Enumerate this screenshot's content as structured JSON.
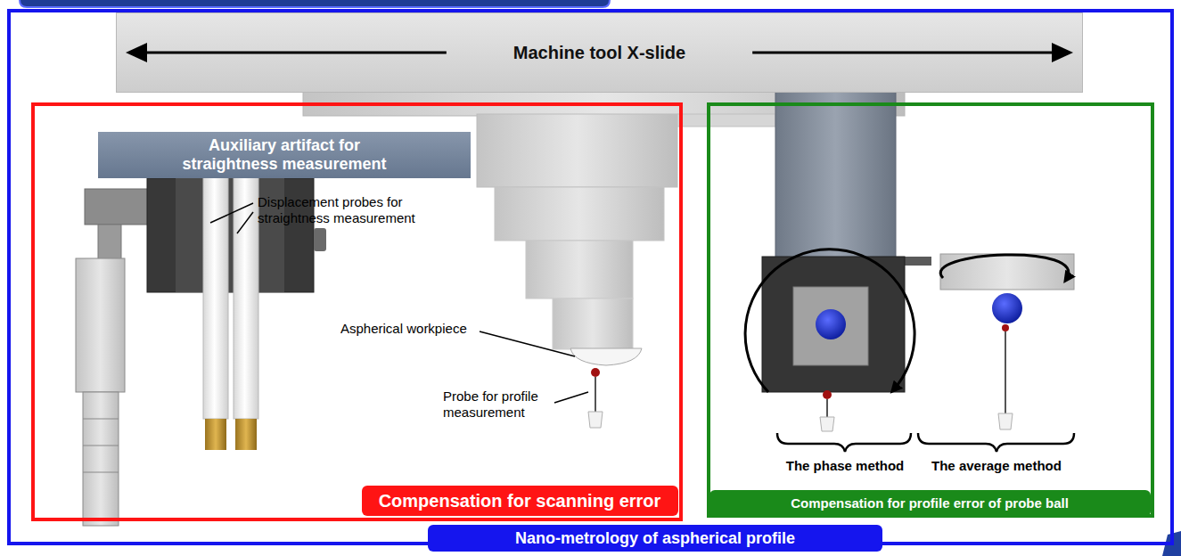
{
  "diagram": {
    "nodes": [
      {
        "text": [
          "Nano-metrology of aspherical profile"
        ]
      },
      {
        "text": [
          "Machine tool X-slide"
        ],
        "in": 0
      },
      {
        "text": [
          "Compensation for scanning error"
        ],
        "in": 0
      },
      {
        "text": [
          "Auxiliary artifact for straightness measurement"
        ],
        "in": 2
      },
      {
        "text": [
          "Compensation for profile error of probe ball"
        ],
        "in": 0
      }
    ],
    "labels": [
      "Displacement probes for straightness measurement",
      "Aspherical workpiece",
      "Probe for profile measurement",
      "The phase method",
      "The average method"
    ]
  }
}
